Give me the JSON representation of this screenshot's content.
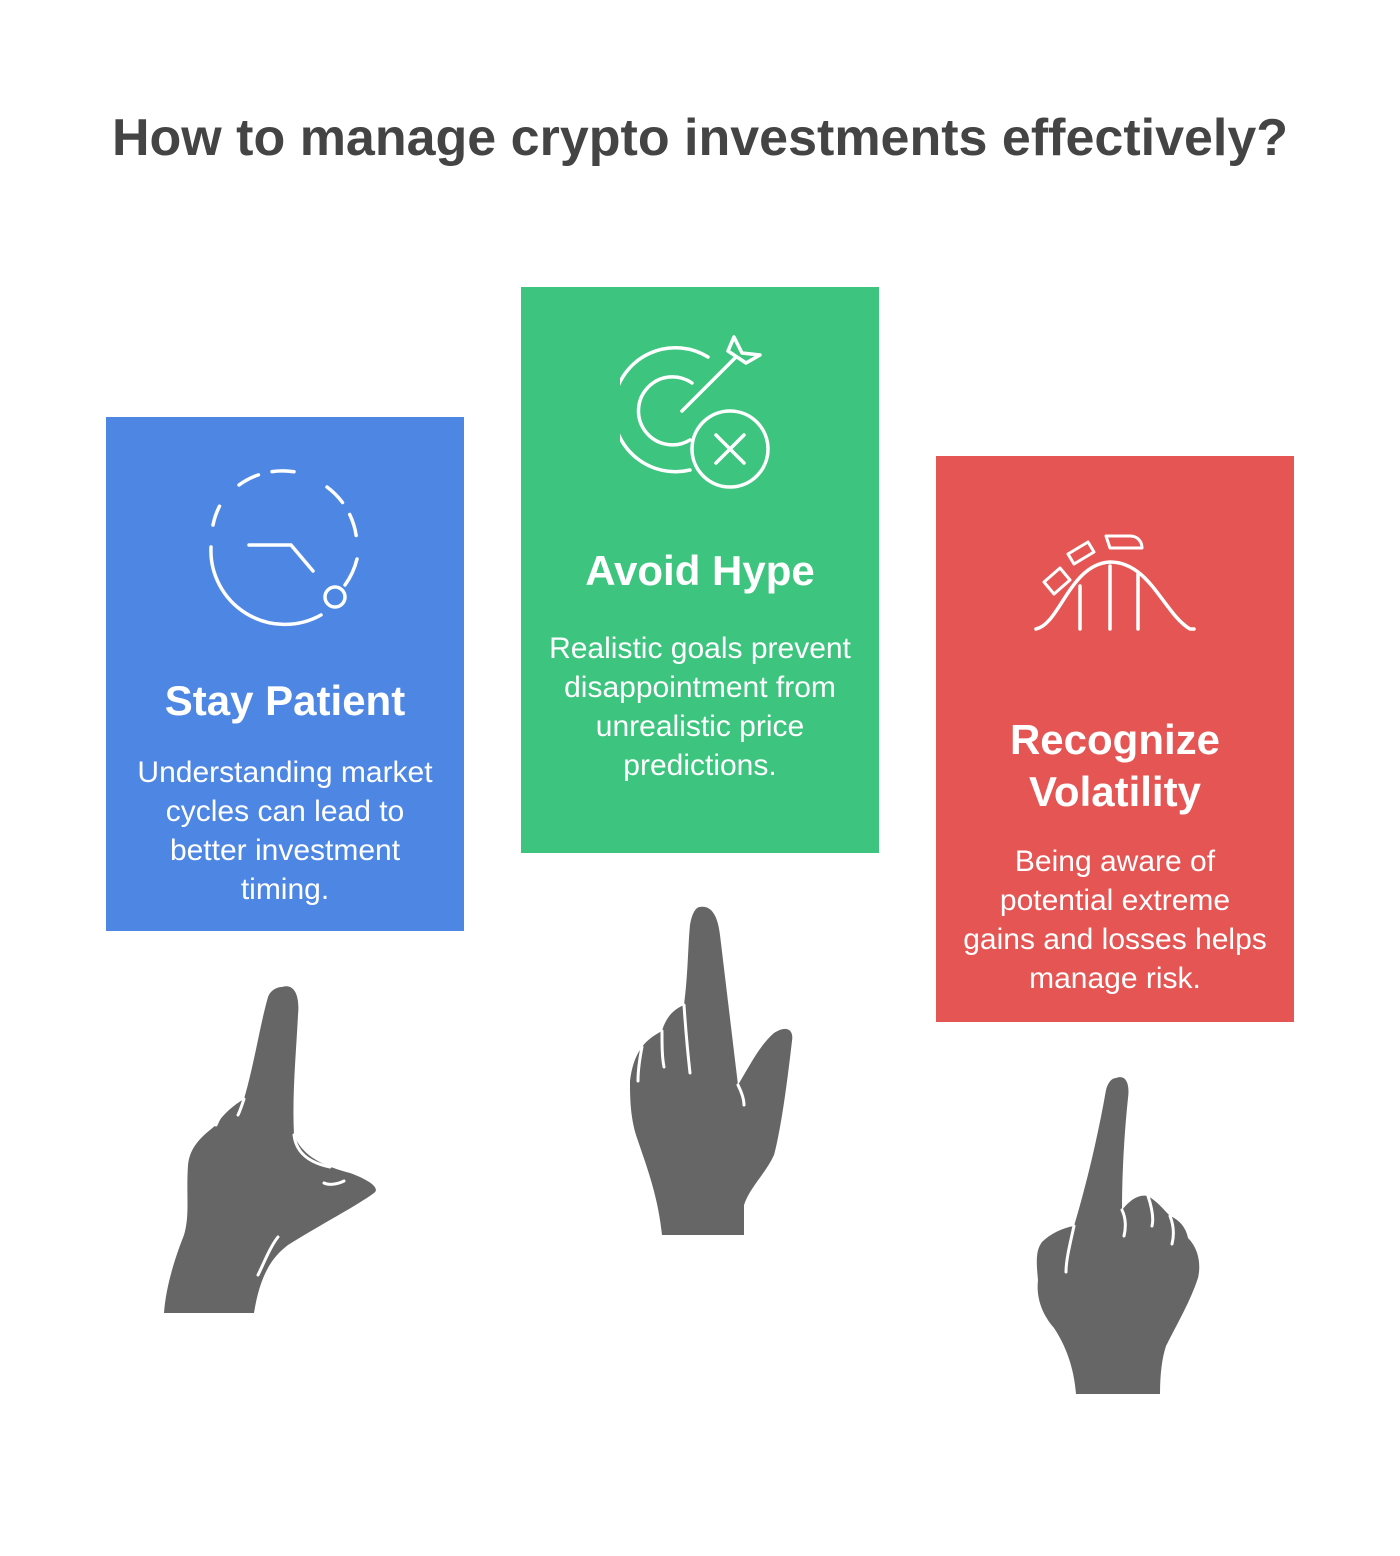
{
  "title": "How to manage crypto investments effectively?",
  "colors": {
    "blue": "#4e86e4",
    "green": "#3dc47e",
    "red": "#e45553",
    "hand": "#666666",
    "title": "#444444"
  },
  "cards": [
    {
      "title": "Stay Patient",
      "body": "Understanding market cycles can lead to better investment timing.",
      "icon": "clock-cycle-icon",
      "color": "#4e86e4"
    },
    {
      "title": "Avoid Hype",
      "body": "Realistic goals prevent disappointment from unrealistic price predictions.",
      "icon": "target-miss-icon",
      "color": "#3dc47e"
    },
    {
      "title": "Recognize Volatility",
      "body": "Being aware of potential extreme gains and losses helps manage risk.",
      "icon": "roller-coaster-icon",
      "color": "#e45553"
    }
  ]
}
